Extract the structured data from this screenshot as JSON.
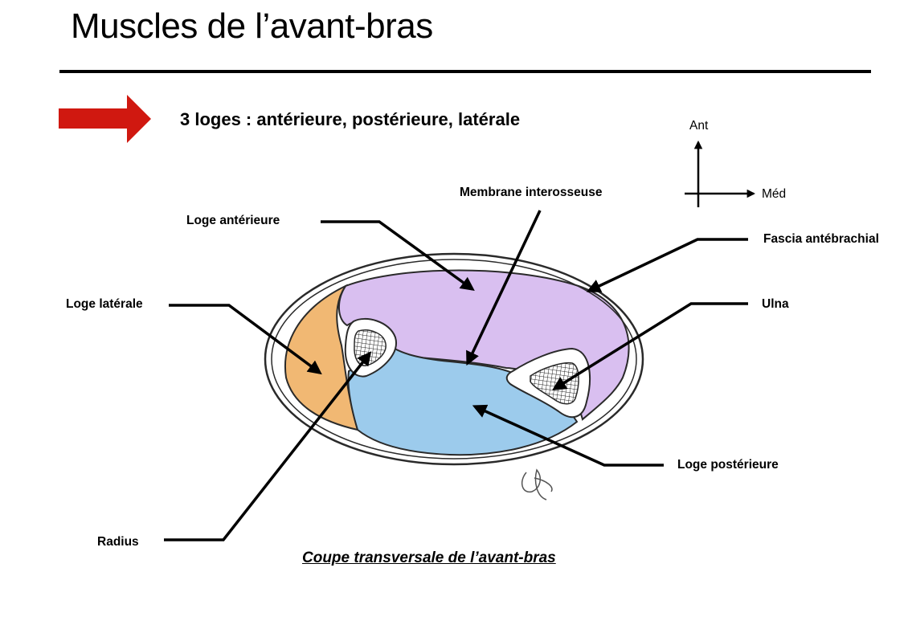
{
  "header": {
    "title": "Muscles de l’avant-bras",
    "subtitle": "3 loges : antérieure, postérieure, latérale"
  },
  "orientation": {
    "anterior": "Ant",
    "medial": "Méd"
  },
  "labels": {
    "membrane_interosseuse": "Membrane interosseuse",
    "loge_anterieure": "Loge antérieure",
    "fascia_antebrachial": "Fascia antébrachial",
    "loge_laterale": "Loge latérale",
    "ulna": "Ulna",
    "loge_posterieure": "Loge postérieure",
    "radius": "Radius"
  },
  "caption": "Coupe transversale de l’avant-bras",
  "colors": {
    "arrow": "#d01810",
    "anterior_compartment": "#d9bff0",
    "posterior_compartment": "#9ccbec",
    "lateral_compartment": "#f1b873",
    "outline": "#2a2a2a"
  }
}
